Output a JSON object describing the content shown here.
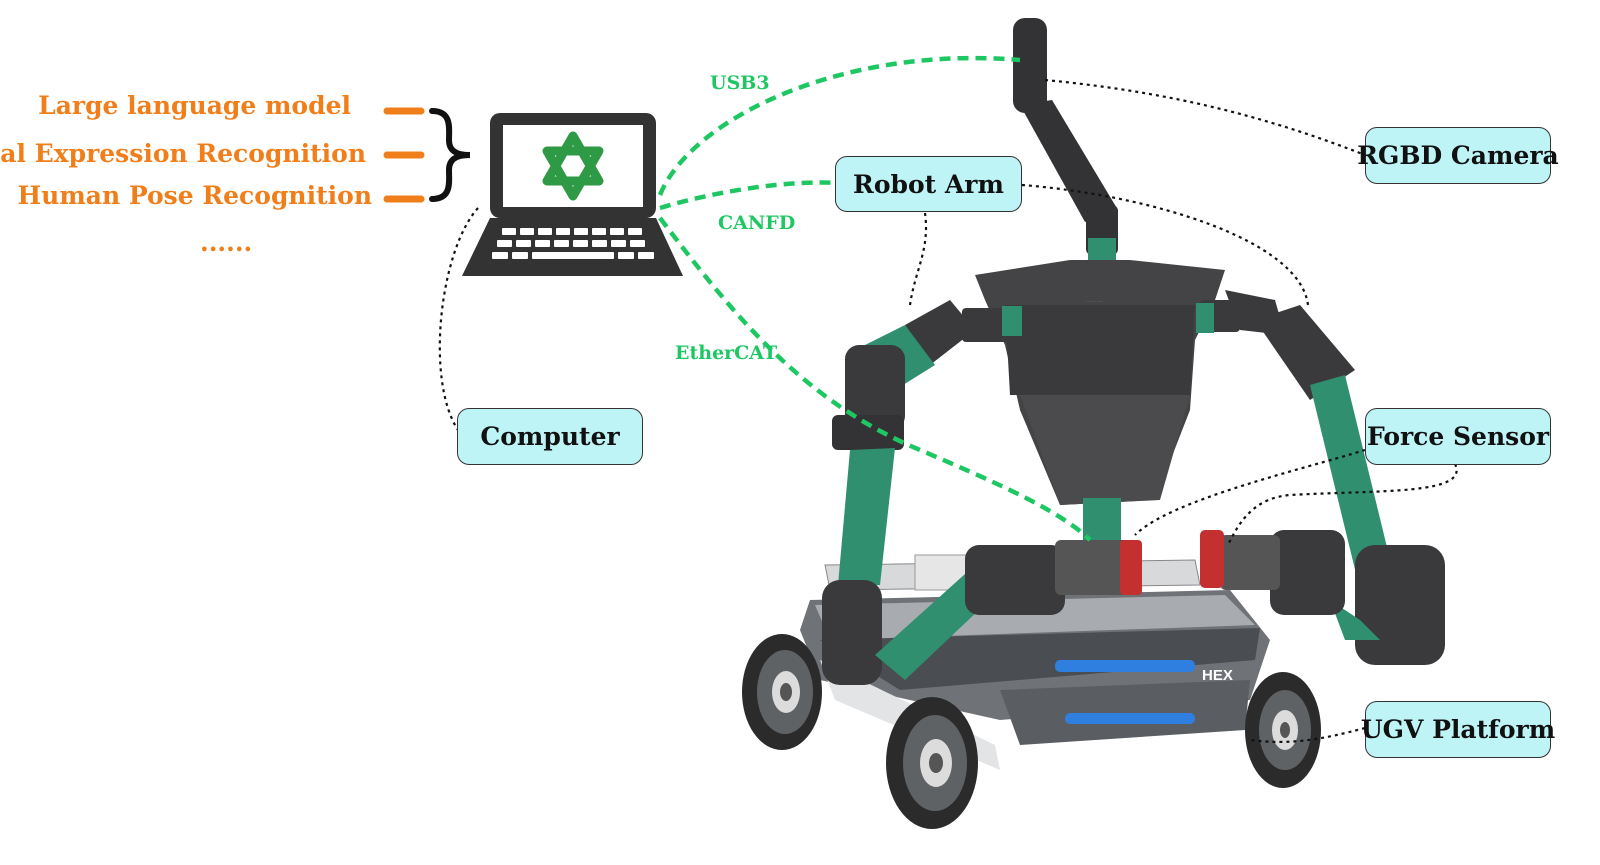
{
  "models": [
    {
      "label": "Large language model"
    },
    {
      "label": "Facial Expression Recognition"
    },
    {
      "label": "Human Pose Recognition"
    },
    {
      "label": "......"
    }
  ],
  "links": {
    "usb3": "USB3",
    "canfd": "CANFD",
    "ethercat": "EtherCAT"
  },
  "components": {
    "robot_arm": "Robot Arm",
    "rgbd_camera": "RGBD Camera",
    "computer": "Computer",
    "force_sensor": "Force Sensor",
    "ugv_platform": "UGV Platform"
  },
  "branding": {
    "base_text": "HEX"
  },
  "colors": {
    "model_text": "#f07f1b",
    "link_line": "#1fc763",
    "box_fill": "#bff4f7",
    "arm_green": "#2f8f6e",
    "robot_dark": "#3a3a3c",
    "logo_green": "#2e9a46"
  }
}
